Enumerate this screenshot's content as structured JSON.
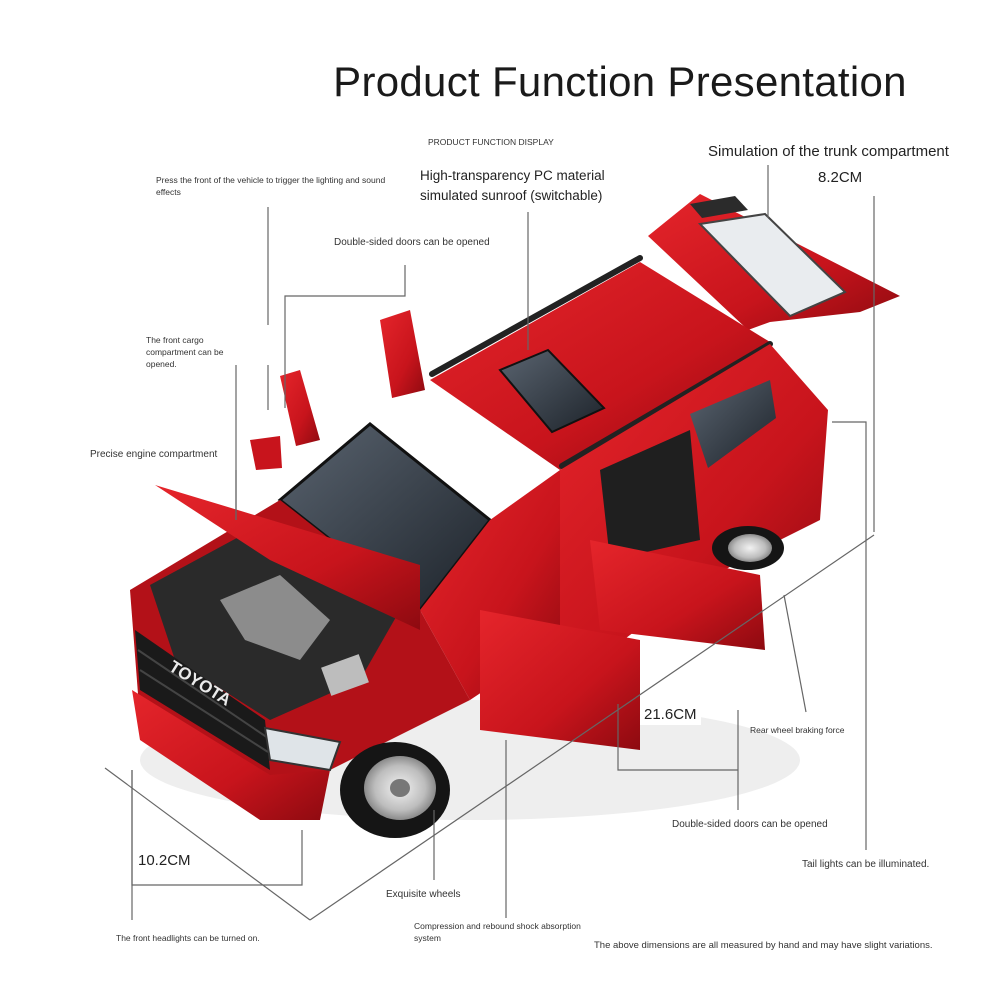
{
  "title": "Product Function Presentation",
  "subtitle": "PRODUCT FUNCTION DISPLAY",
  "annotations": {
    "lighting_sound": "Press the front of the vehicle to trigger the lighting and sound effects",
    "sunroof_line1": "High-transparency PC material",
    "sunroof_line2": "simulated sunroof (switchable)",
    "trunk": "Simulation of the trunk compartment",
    "doors_top": "Double-sided doors can be opened",
    "front_cargo": "The front cargo compartment can be opened.",
    "engine": "Precise engine compartment",
    "rear_brake": "Rear wheel braking force",
    "doors_bottom": "Double-sided doors can be opened",
    "tail_lights": "Tail lights can be illuminated.",
    "wheels": "Exquisite wheels",
    "shock": "Compression and rebound shock absorption system",
    "headlights": "The front headlights can be turned on.",
    "disclaimer": "The above dimensions are all measured by hand and may have slight variations."
  },
  "dimensions": {
    "height": "8.2CM",
    "length": "21.6CM",
    "width": "10.2CM"
  },
  "car": {
    "brand_text": "TOYOTA",
    "body_color": "#c8141c"
  }
}
